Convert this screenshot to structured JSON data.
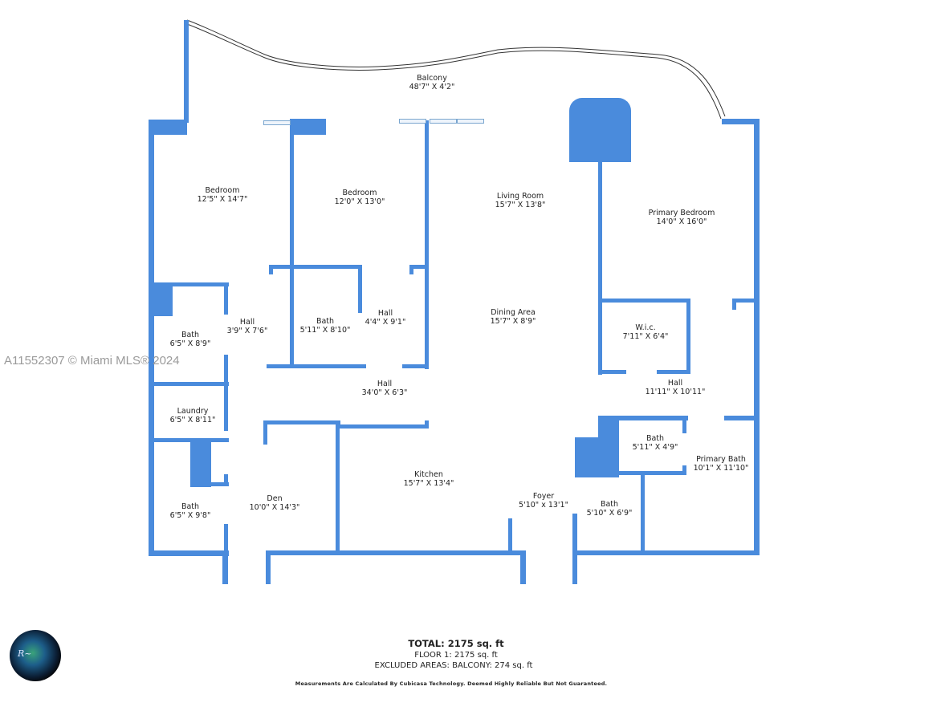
{
  "watermark": "A11552307 © Miami MLS® 2024",
  "colors": {
    "wall": "#4a8bdc",
    "text": "#222222",
    "watermark": "#9a9a9a"
  },
  "rooms": {
    "balcony": {
      "name": "Balcony",
      "dims": "48'7\" X 4'2\""
    },
    "bedroom_1": {
      "name": "Bedroom",
      "dims": "12'5\" X 14'7\""
    },
    "bedroom_2": {
      "name": "Bedroom",
      "dims": "12'0\" X 13'0\""
    },
    "living_room": {
      "name": "Living Room",
      "dims": "15'7\" X 13'8\""
    },
    "primary_bedroom": {
      "name": "Primary Bedroom",
      "dims": "14'0\" X 16'0\""
    },
    "bath_1": {
      "name": "Bath",
      "dims": "6'5\" X 8'9\""
    },
    "hall_1": {
      "name": "Hall",
      "dims": "3'9\" X 7'6\""
    },
    "bath_2": {
      "name": "Bath",
      "dims": "5'11\" X 8'10\""
    },
    "hall_2": {
      "name": "Hall",
      "dims": "4'4\" X 9'1\""
    },
    "dining_area": {
      "name": "Dining Area",
      "dims": "15'7\" X 8'9\""
    },
    "wic": {
      "name": "W.i.c.",
      "dims": "7'11\" X 6'4\""
    },
    "hall_3": {
      "name": "Hall",
      "dims": "34'0\" X 6'3\""
    },
    "hall_4": {
      "name": "Hall",
      "dims": "11'11\" X 10'11\""
    },
    "laundry": {
      "name": "Laundry",
      "dims": "6'5\" X 8'11\""
    },
    "bath_3": {
      "name": "Bath",
      "dims": "5'11\" X 4'9\""
    },
    "primary_bath": {
      "name": "Primary Bath",
      "dims": "10'1\" X 11'10\""
    },
    "kitchen": {
      "name": "Kitchen",
      "dims": "15'7\" X 13'4\""
    },
    "foyer": {
      "name": "Foyer",
      "dims": "5'10\" x 13'1\""
    },
    "bath_4": {
      "name": "Bath",
      "dims": "6'5\" X 9'8\""
    },
    "den": {
      "name": "Den",
      "dims": "10'0\" X 14'3\""
    },
    "bath_5": {
      "name": "Bath",
      "dims": "5'10\" X 6'9\""
    }
  },
  "summary": {
    "total": "TOTAL: 2175 sq. ft",
    "floor": "FLOOR 1:  2175 sq. ft",
    "excluded": "EXCLUDED AREAS:  BALCONY:  274 sq. ft",
    "disclaimer": "Measurements Are Calculated By Cubicasa Technology. Deemed Highly Reliable But Not Guaranteed."
  },
  "logo": {
    "icon": "camera-lens-icon"
  }
}
